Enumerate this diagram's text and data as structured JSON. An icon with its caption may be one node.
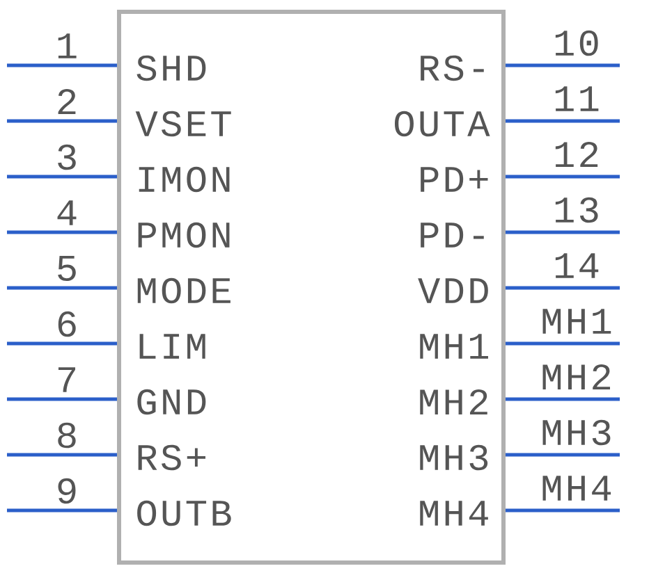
{
  "diagram": {
    "nodes": [
      {
        "text": [],
        "shape": "box"
      }
    ],
    "edges": [],
    "labels": [
      "1",
      "10",
      "SHD",
      "RS-",
      "2",
      "11",
      "VSET",
      "OUTA",
      "3",
      "12",
      "IMON",
      "PD+",
      "4",
      "13",
      "PMON",
      "PD-",
      "5",
      "14",
      "MODE",
      "VDD",
      "6",
      "MH1",
      "LIM",
      "MH1",
      "7",
      "MH2",
      "GND",
      "MH2",
      "8",
      "MH3",
      "RS+",
      "MH3",
      "9",
      "MH4",
      "OUTB",
      "MH4"
    ]
  }
}
